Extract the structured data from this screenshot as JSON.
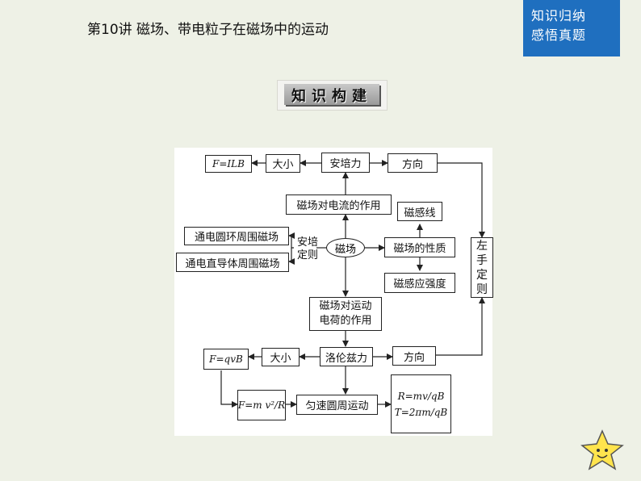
{
  "header": {
    "title": "第10讲  磁场、带电粒子在磁场中的运动",
    "badge_line1": "知识归纳",
    "badge_line2": "感悟真题"
  },
  "banner": {
    "text": "知识构建"
  },
  "diagram": {
    "center": "磁场",
    "force_current": "磁场对电流的作用",
    "ampere_force": "安培力",
    "magnitude_1": "大小",
    "formula_ampere": "F=ILB",
    "direction_1": "方向",
    "left_hand_rule": [
      "左",
      "手",
      "定",
      "则"
    ],
    "field_lines": "磁感线",
    "field_properties": "磁场的性质",
    "field_strength": "磁感应强度",
    "ampere_rule": [
      "安培",
      "定则"
    ],
    "ring_current": "通电圆环周围磁场",
    "straight_wire": "通电直导体周围磁场",
    "force_charge_line1": "磁场对运动",
    "force_charge_line2": "电荷的作用",
    "lorentz": "洛伦兹力",
    "magnitude_2": "大小",
    "direction_2": "方向",
    "formula_lorentz": "F=qvB",
    "formula_centripetal": "F=m v²/R",
    "uniform_motion": "匀速圆周运动",
    "formula_radius": "R=mv/qB",
    "formula_period": "T=2πm/qB"
  },
  "colors": {
    "badge": "#1f6fbf",
    "background": "#eef1e6"
  },
  "icons": {
    "decoration": "star-icon"
  }
}
